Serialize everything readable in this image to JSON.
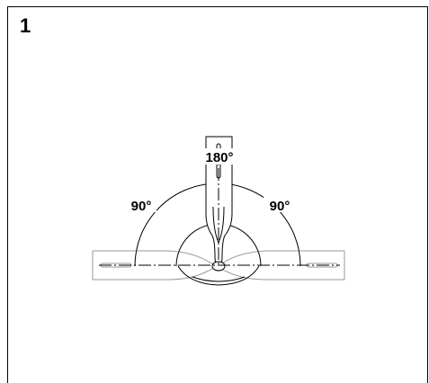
{
  "step": {
    "number": "1"
  },
  "labels": {
    "top_angle": "180°",
    "left_angle": "90°",
    "right_angle": "90°"
  },
  "colors": {
    "line": "#000000",
    "ghost": "#9a9a9a",
    "background": "#ffffff"
  }
}
